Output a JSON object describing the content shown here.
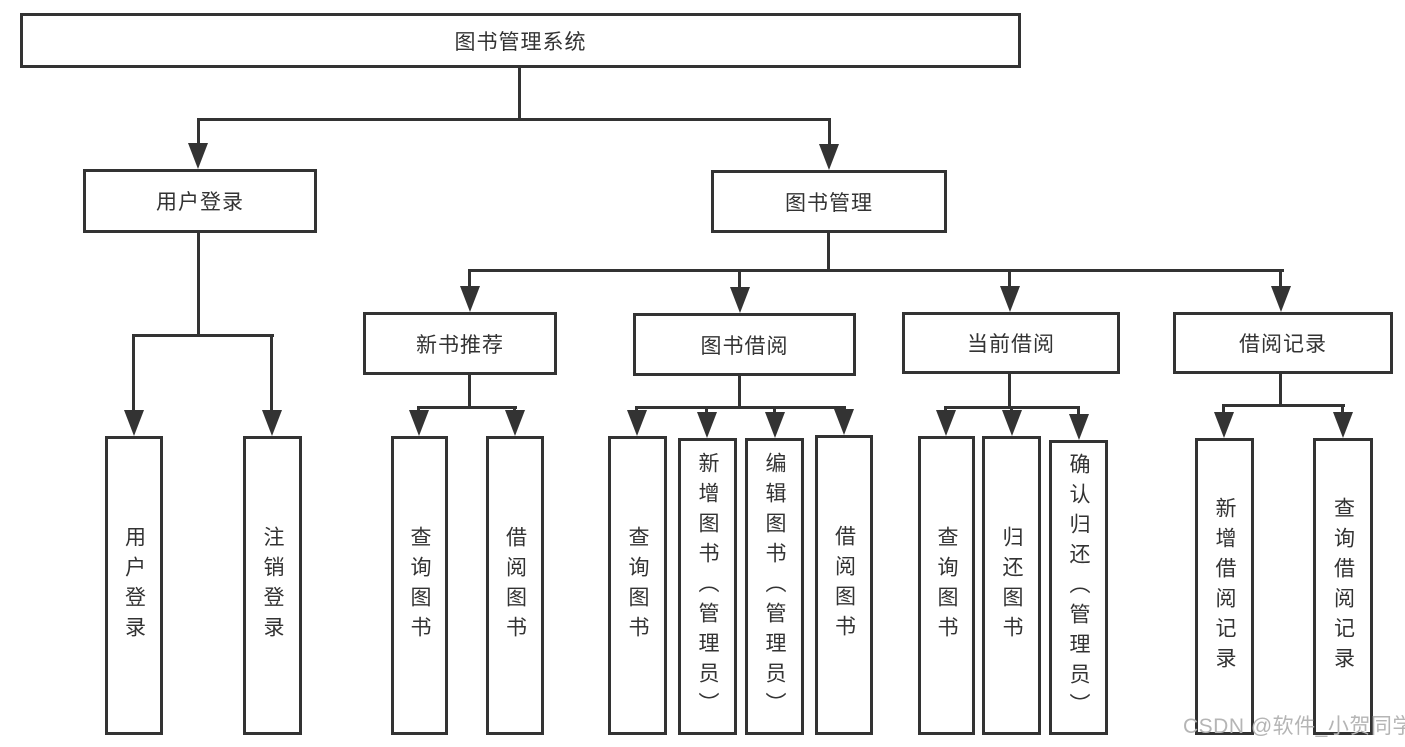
{
  "diagram": {
    "title": "图书管理系统",
    "nodes": {
      "root": {
        "label": "图书管理系统"
      },
      "user_login": {
        "label": "用户登录"
      },
      "book_mgmt": {
        "label": "图书管理"
      },
      "new_book_rec": {
        "label": "新书推荐"
      },
      "book_borrow": {
        "label": "图书借阅"
      },
      "current_borrow": {
        "label": "当前借阅"
      },
      "borrow_records": {
        "label": "借阅记录"
      },
      "leaf_user_login": {
        "label": "用户登录"
      },
      "leaf_logout": {
        "label": "注销登录"
      },
      "leaf_rec_query": {
        "label": "查询图书"
      },
      "leaf_rec_borrow": {
        "label": "借阅图书"
      },
      "leaf_bb_query": {
        "label": "查询图书"
      },
      "leaf_bb_add": {
        "label": "新增图书（管理员）"
      },
      "leaf_bb_edit": {
        "label": "编辑图书（管理员）"
      },
      "leaf_bb_borrow": {
        "label": "借阅图书"
      },
      "leaf_cb_query": {
        "label": "查询图书"
      },
      "leaf_cb_return": {
        "label": "归还图书"
      },
      "leaf_cb_confirm": {
        "label": "确认归还（管理员）"
      },
      "leaf_br_add": {
        "label": "新增借阅记录"
      },
      "leaf_br_query": {
        "label": "查询借阅记录"
      }
    },
    "colors": {
      "line": "#333333",
      "text": "#333333",
      "background": "#ffffff",
      "watermark": "#b5b5b5"
    }
  },
  "watermark": {
    "text": "CSDN @软件_小贺同学"
  }
}
